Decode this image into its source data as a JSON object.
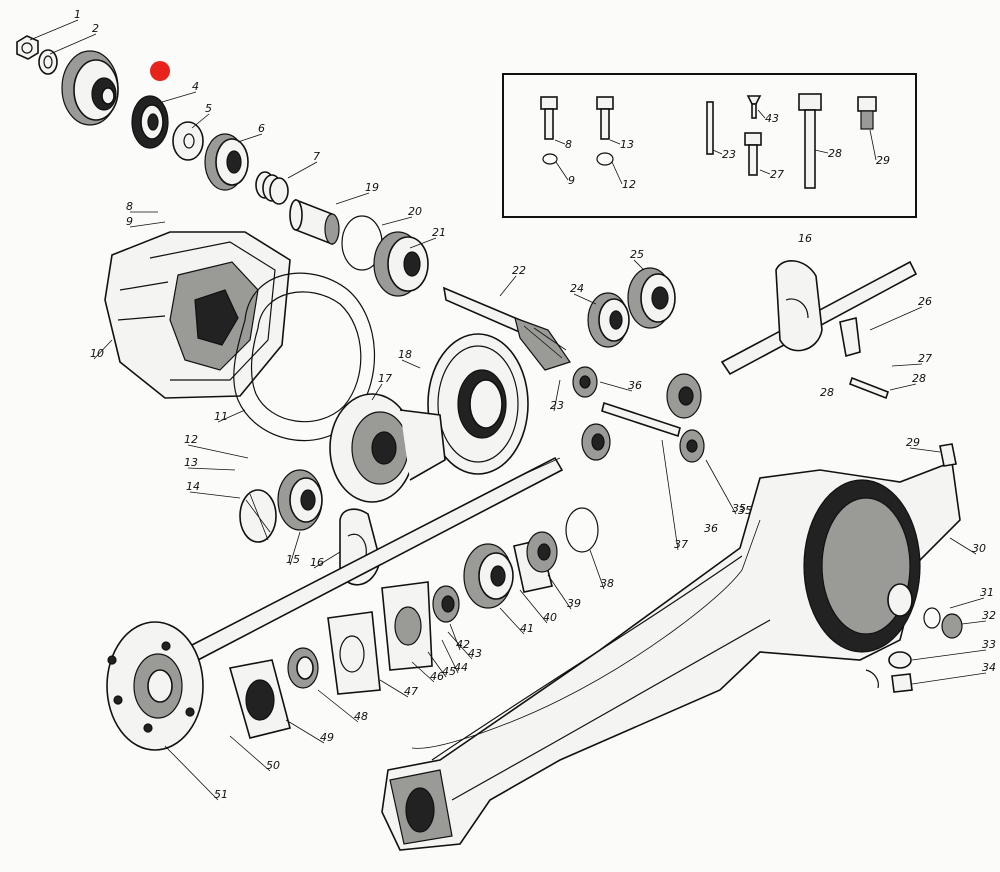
{
  "labels": [
    "1",
    "2",
    "4",
    "5",
    "6",
    "7",
    "8",
    "9",
    "10",
    "11",
    "12",
    "13",
    "14",
    "15",
    "16",
    "17",
    "18",
    "19",
    "20",
    "21",
    "22",
    "23",
    "24",
    "25",
    "26",
    "27",
    "28",
    "29",
    "30",
    "31",
    "32",
    "33",
    "34",
    "35",
    "36",
    "37",
    "38",
    "39",
    "40",
    "41",
    "42",
    "43",
    "44",
    "45",
    "46",
    "47",
    "48",
    "49",
    "50",
    "51"
  ],
  "inset_labels": [
    "8",
    "9",
    "13",
    "12",
    "23",
    "43",
    "27",
    "28",
    "29"
  ],
  "side_labels": [
    "16",
    "26",
    "9",
    "27",
    "12",
    "28"
  ],
  "detail_labels": [
    "36",
    "35",
    "37",
    "36",
    "35",
    "23"
  ],
  "highlight_color": "#e8231c"
}
